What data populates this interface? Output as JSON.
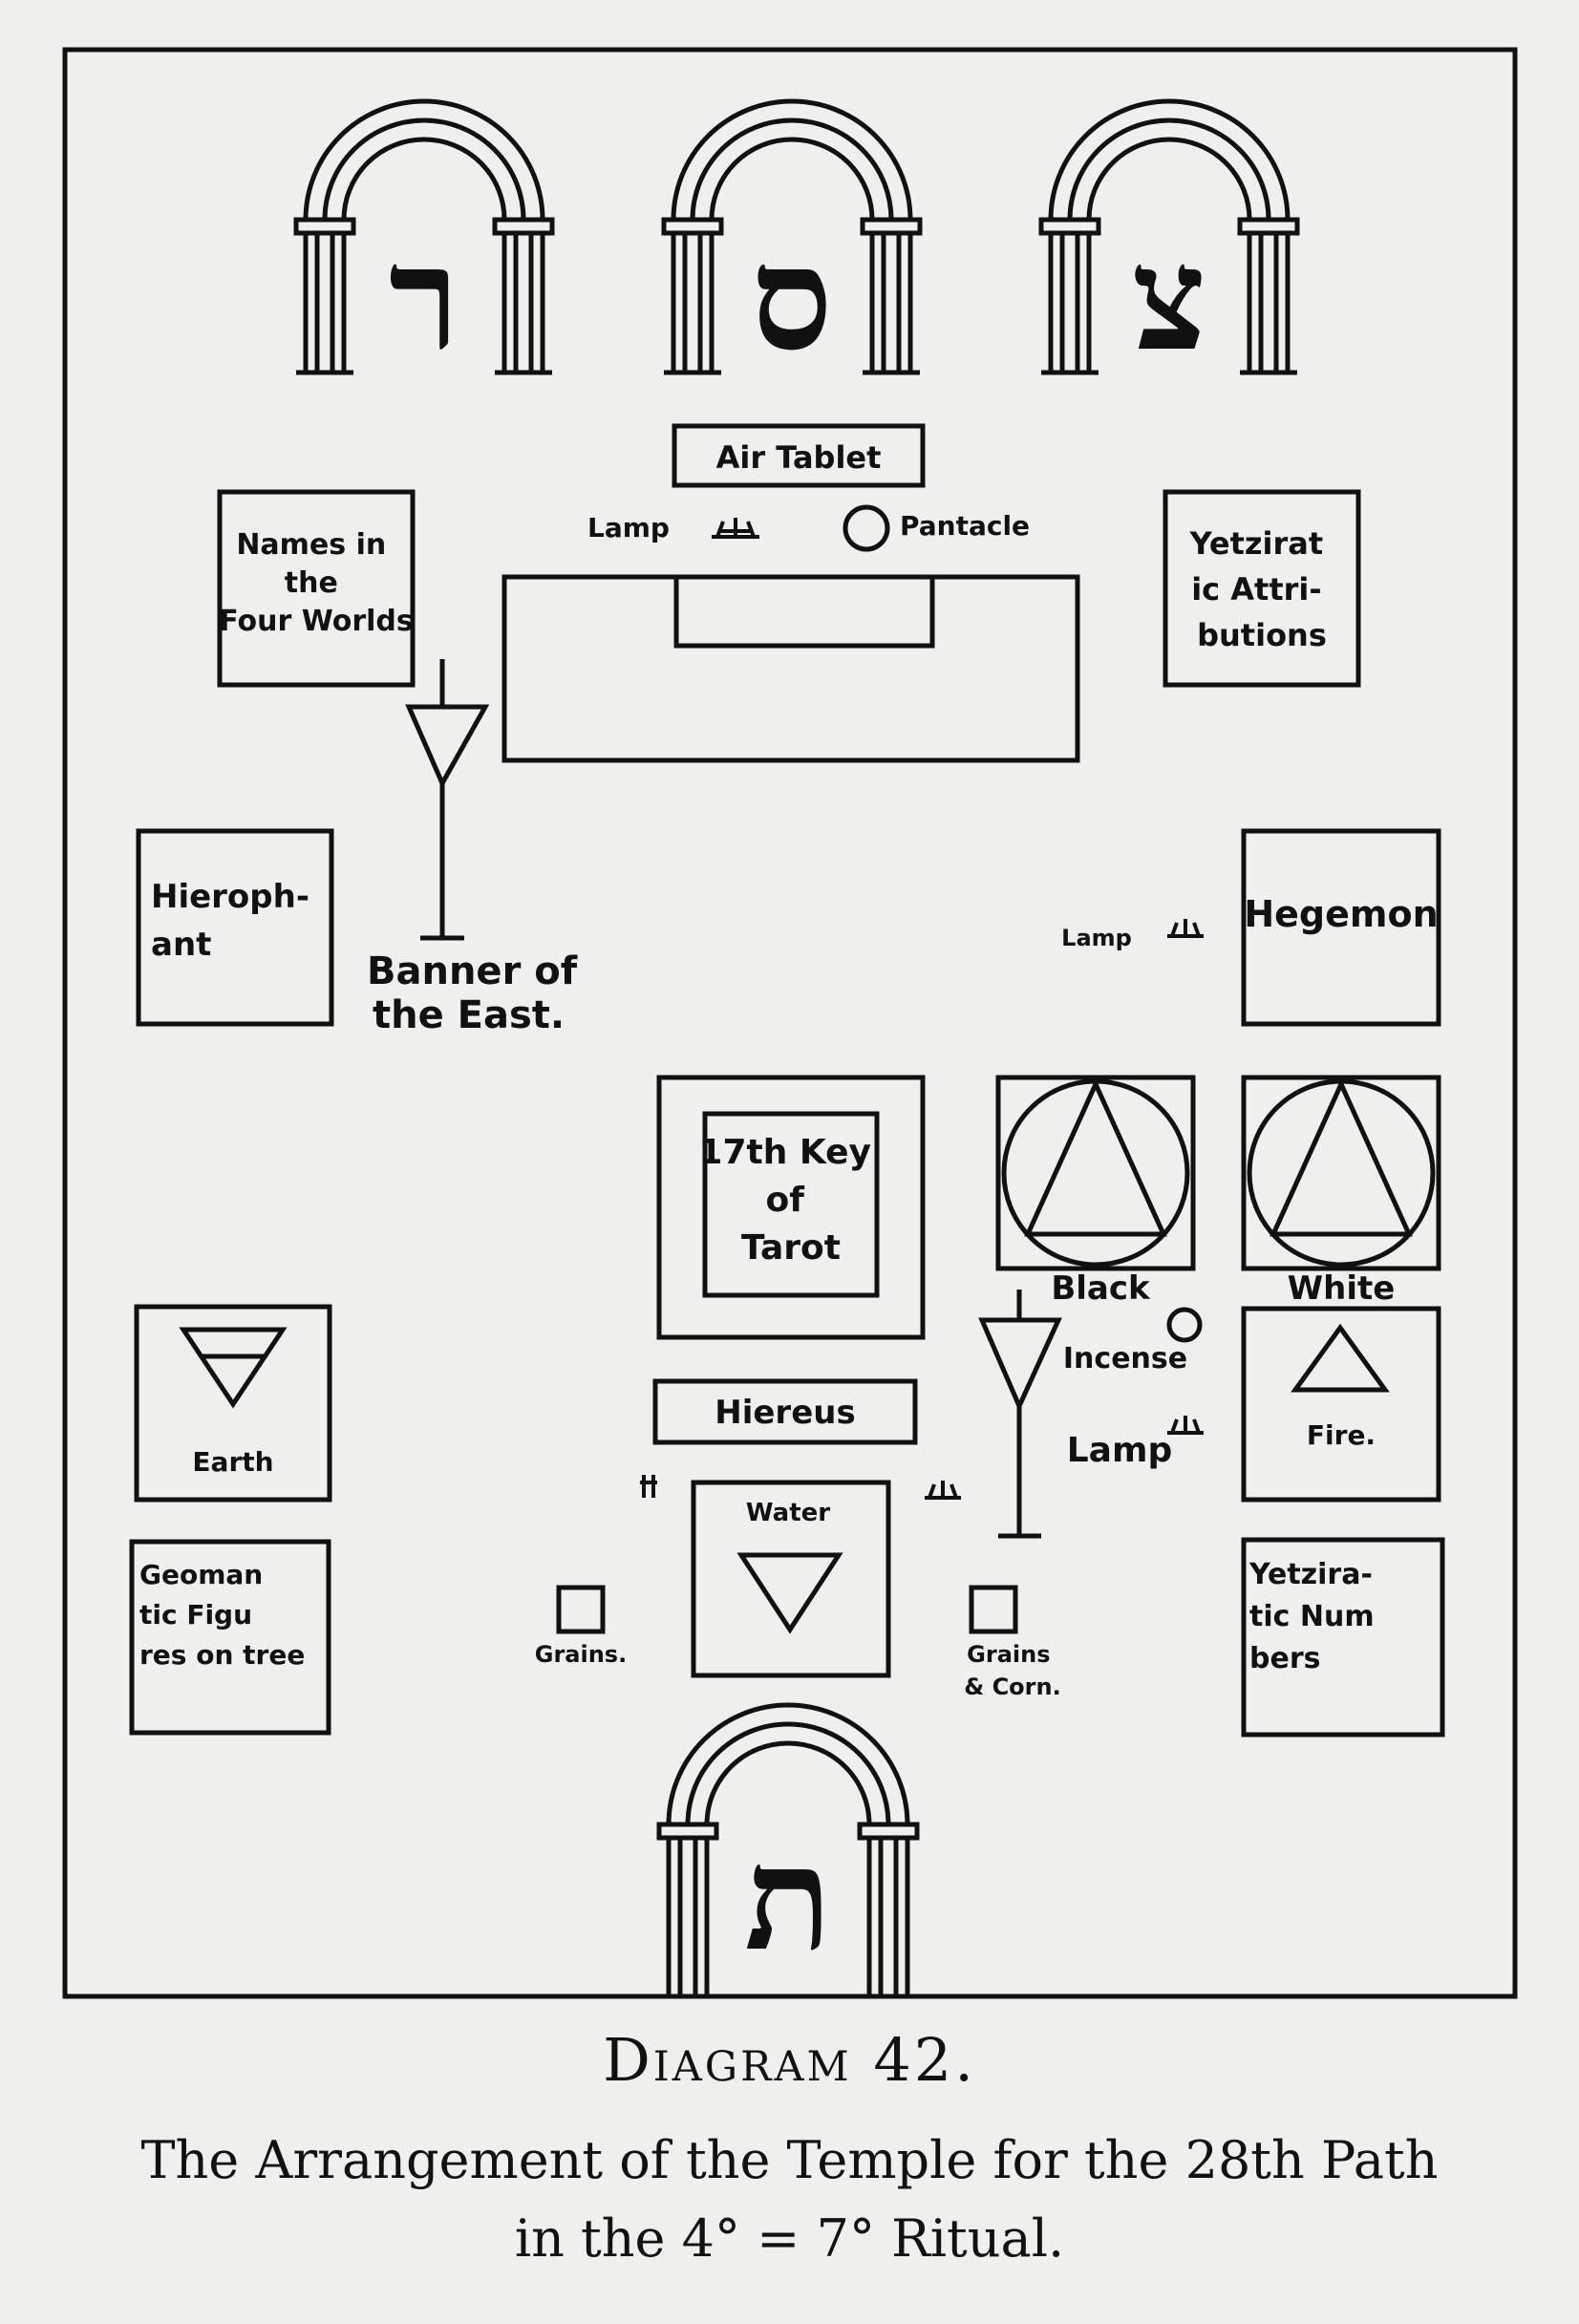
{
  "doors": [
    {
      "letter": "ר"
    },
    {
      "letter": "ס"
    },
    {
      "letter": "צ"
    },
    {
      "letter": "ת"
    }
  ],
  "labels": {
    "air_tablet": "Air Tablet",
    "lamp_top": "Lamp",
    "pantacle": "Pantacle",
    "names_worlds": [
      "Names in",
      "the",
      "Four Worlds"
    ],
    "yetziratic_attr": [
      "Yetzirat",
      "ic Attri-",
      "butions"
    ],
    "hierophant": [
      "Hieroph-",
      "ant"
    ],
    "banner_east": [
      "Banner of",
      "the East."
    ],
    "lamp_hegemon": "Lamp",
    "hegemon": "Hegemon",
    "key_tarot": [
      "17th Key",
      "of",
      "Tarot"
    ],
    "black": "Black",
    "white": "White",
    "incense": "Incense",
    "lamp_mid": "Lamp",
    "earth": "Earth",
    "fire": "Fire.",
    "hiereus": "Hiereus",
    "water": "Water",
    "geomantic": [
      "Geoman",
      "tic Figu",
      "res on tree"
    ],
    "yetziratic_num": [
      "Yetzira-",
      "tic Num",
      "bers"
    ],
    "grains": "Grains.",
    "grains_corn": [
      "Grains",
      "& Corn."
    ]
  },
  "caption": {
    "title": "Diagram 42.",
    "line1": "The Arrangement of the Temple for the 28th Path",
    "line2": "in the 4° = 7° Ritual."
  }
}
